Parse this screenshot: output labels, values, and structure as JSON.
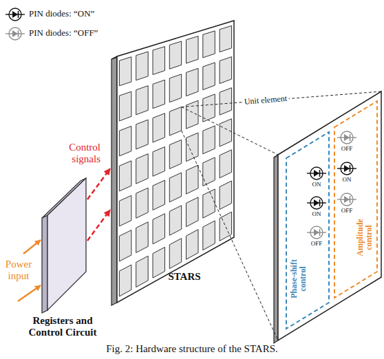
{
  "diagram": {
    "caption": "Fig. 2: Hardware structure of the STARS.",
    "nodes": [
      {
        "text": [
          "Registers and Control Circuit"
        ]
      },
      {
        "text": [
          "STARS"
        ]
      },
      {
        "text": [
          "Phase-shift control",
          "ON",
          "ON",
          "OFF"
        ]
      },
      {
        "text": [
          "Amplitude control",
          "OFF",
          "ON",
          "OFF"
        ]
      }
    ],
    "edges": [
      {
        "from": 0,
        "to": 1,
        "arrow": "to"
      },
      {
        "from": 0,
        "to": 1,
        "arrow": "to"
      }
    ],
    "labels": [
      "Control signals",
      "Power input",
      "Unit element"
    ],
    "legend": [
      {
        "text": "PIN diodes: “ON”"
      },
      {
        "text": "PIN diodes: “OFF”"
      }
    ]
  }
}
